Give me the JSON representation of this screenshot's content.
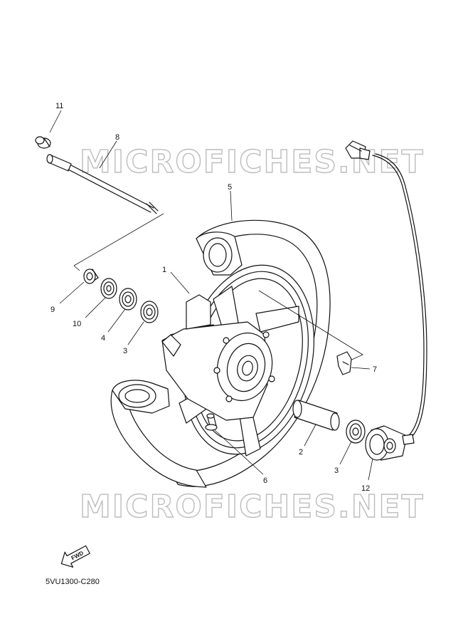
{
  "diagram_code": "5VU1300-C280",
  "watermark": "MICROFICHES.NET",
  "direction_label": "FWD",
  "callouts": {
    "c1": "1",
    "c2": "2",
    "c3a": "3",
    "c3b": "3",
    "c4": "4",
    "c5": "5",
    "c6": "6",
    "c7": "7",
    "c8": "8",
    "c9": "9",
    "c10": "10",
    "c11": "11",
    "c12": "12"
  }
}
